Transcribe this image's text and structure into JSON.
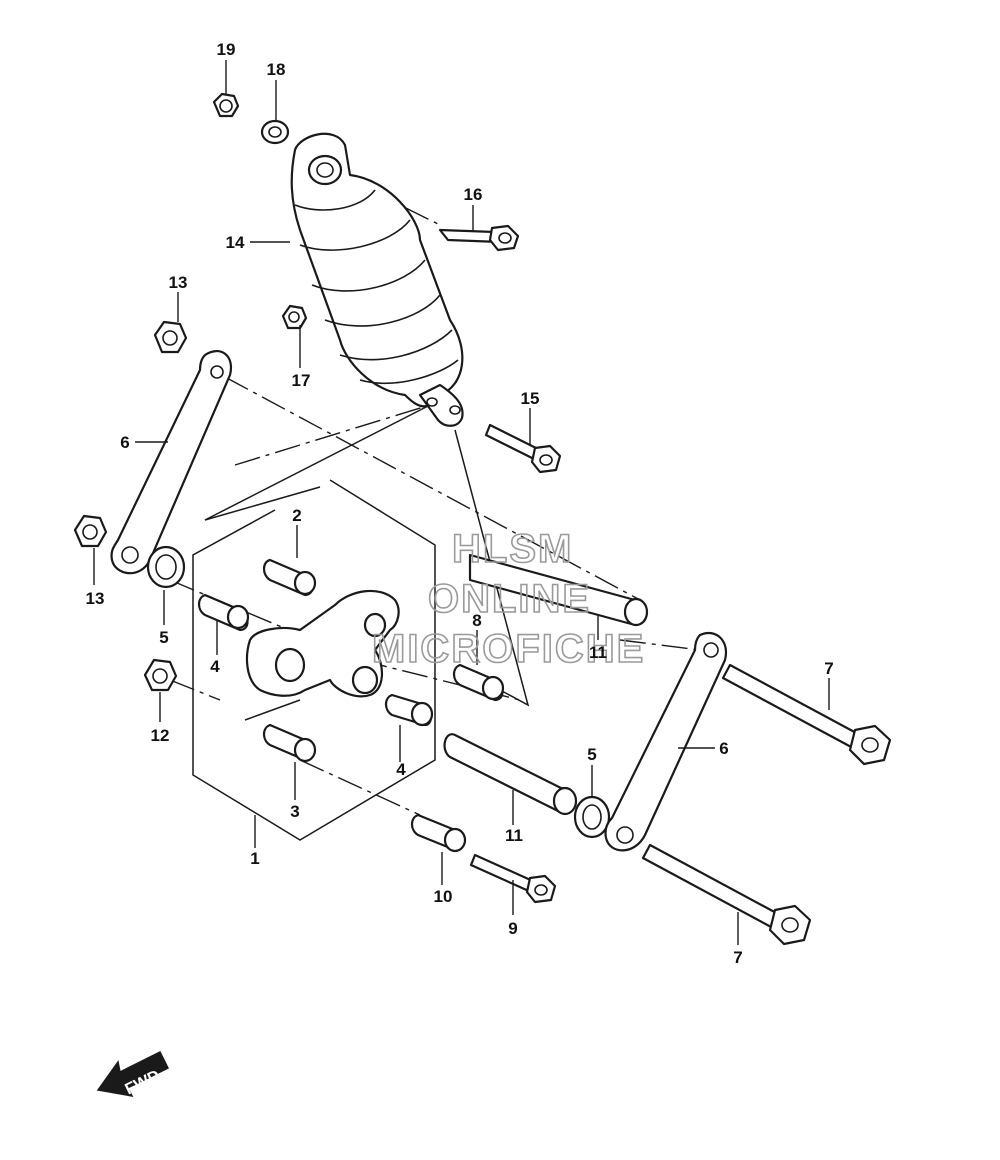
{
  "diagram": {
    "callouts": [
      {
        "id": "c19",
        "text": "19"
      },
      {
        "id": "c18",
        "text": "18"
      },
      {
        "id": "c16",
        "text": "16"
      },
      {
        "id": "c14",
        "text": "14"
      },
      {
        "id": "c13a",
        "text": "13"
      },
      {
        "id": "c17",
        "text": "17"
      },
      {
        "id": "c15",
        "text": "15"
      },
      {
        "id": "c6a",
        "text": "6"
      },
      {
        "id": "c2",
        "text": "2"
      },
      {
        "id": "c13b",
        "text": "13"
      },
      {
        "id": "c5a",
        "text": "5"
      },
      {
        "id": "c4a",
        "text": "4"
      },
      {
        "id": "c8",
        "text": "8"
      },
      {
        "id": "c11a",
        "text": "11"
      },
      {
        "id": "c7a",
        "text": "7"
      },
      {
        "id": "c12",
        "text": "12"
      },
      {
        "id": "c6b",
        "text": "6"
      },
      {
        "id": "c4b",
        "text": "4"
      },
      {
        "id": "c5b",
        "text": "5"
      },
      {
        "id": "c3",
        "text": "3"
      },
      {
        "id": "c11b",
        "text": "11"
      },
      {
        "id": "c1",
        "text": "1"
      },
      {
        "id": "c10",
        "text": "10"
      },
      {
        "id": "c9",
        "text": "9"
      },
      {
        "id": "c7b",
        "text": "7"
      }
    ],
    "watermark": {
      "line1": "HLSM",
      "line2": "ONLINE",
      "line3": "MICROFICHE"
    },
    "fwd_label": "FWD"
  }
}
